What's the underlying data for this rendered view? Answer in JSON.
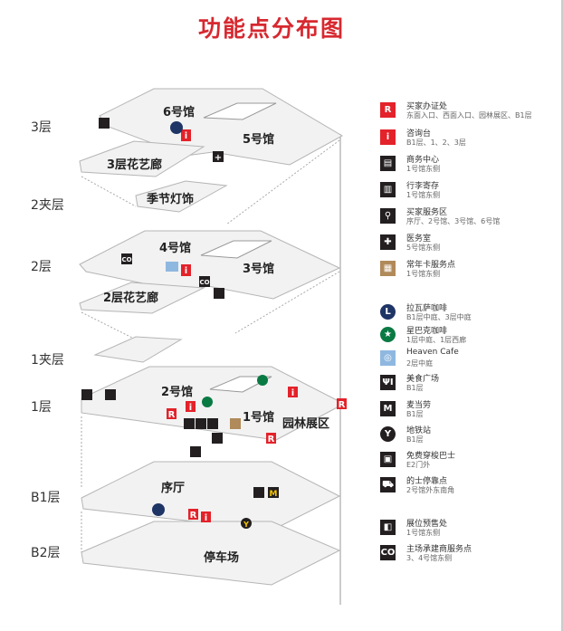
{
  "title": "功能点分布图",
  "floors": [
    "3层",
    "2夹层",
    "2层",
    "1夹层",
    "1层",
    "B1层",
    "B2层"
  ],
  "map_labels": {
    "h6": "6号馆",
    "h5": "5号馆",
    "f3gallery": "3层花艺廊",
    "seasonal": "季节灯饰",
    "h4": "4号馆",
    "h3": "3号馆",
    "f2gallery": "2层花艺廊",
    "h2": "2号馆",
    "h1": "1号馆",
    "garden": "园林展区",
    "lobby": "序厅",
    "parking": "停车场"
  },
  "legend": [
    {
      "icon": "registration-icon",
      "glyph": "R",
      "color": "#e3222a",
      "name": "买家办证处",
      "sub": "东面入口、西面入口、园林展区、B1层"
    },
    {
      "icon": "info-icon",
      "glyph": "i",
      "color": "#e3222a",
      "name": "咨询台",
      "sub": "B1层、1、2、3层"
    },
    {
      "icon": "business-center-icon",
      "glyph": "▤",
      "color": "#231f20",
      "name": "商务中心",
      "sub": "1号馆东侧"
    },
    {
      "icon": "luggage-icon",
      "glyph": "▥",
      "color": "#231f20",
      "name": "行李寄存",
      "sub": "1号馆东侧"
    },
    {
      "icon": "buyer-service-icon",
      "glyph": "⚲",
      "color": "#231f20",
      "name": "买家服务区",
      "sub": "序厅、2号馆、3号馆、6号馆"
    },
    {
      "icon": "medical-icon",
      "glyph": "✚",
      "color": "#231f20",
      "name": "医务室",
      "sub": "5号馆东侧"
    },
    {
      "icon": "annual-card-icon",
      "glyph": "▦",
      "color": "#b08a5a",
      "name": "常年卡服务点",
      "sub": "1号馆东侧"
    },
    {
      "icon": "lavazza-icon",
      "glyph": "L",
      "color": "#1f3566",
      "name": "拉瓦萨咖啡",
      "sub": "B1层中庭、3层中庭"
    },
    {
      "icon": "starbucks-icon",
      "glyph": "★",
      "color": "#0a7a43",
      "name": "星巴克咖啡",
      "sub": "1层中庭、1层西廊"
    },
    {
      "icon": "heaven-cafe-icon",
      "glyph": "◎",
      "color": "#8fb8e0",
      "name": "Heaven Cafe",
      "sub": "2层中庭"
    },
    {
      "icon": "food-court-icon",
      "glyph": "ΨI",
      "color": "#231f20",
      "name": "美食广场",
      "sub": "B1层"
    },
    {
      "icon": "mcdonalds-icon",
      "glyph": "M",
      "color": "#231f20",
      "name": "麦当劳",
      "sub": "B1层"
    },
    {
      "icon": "metro-icon",
      "glyph": "Y",
      "color": "#231f20",
      "name": "地铁站",
      "sub": "B1层"
    },
    {
      "icon": "shuttle-bus-icon",
      "glyph": "▣",
      "color": "#231f20",
      "name": "免费穿梭巴士",
      "sub": "E2门外"
    },
    {
      "icon": "taxi-icon",
      "glyph": "⛟",
      "color": "#231f20",
      "name": "的士停靠点",
      "sub": "2号馆外东南角"
    },
    {
      "icon": "booth-presale-icon",
      "glyph": "◧",
      "color": "#231f20",
      "name": "展位预售处",
      "sub": "1号馆东侧"
    },
    {
      "icon": "contractor-service-icon",
      "glyph": "CO",
      "color": "#231f20",
      "name": "主场承建商服务点",
      "sub": "3、4号馆东侧"
    }
  ]
}
